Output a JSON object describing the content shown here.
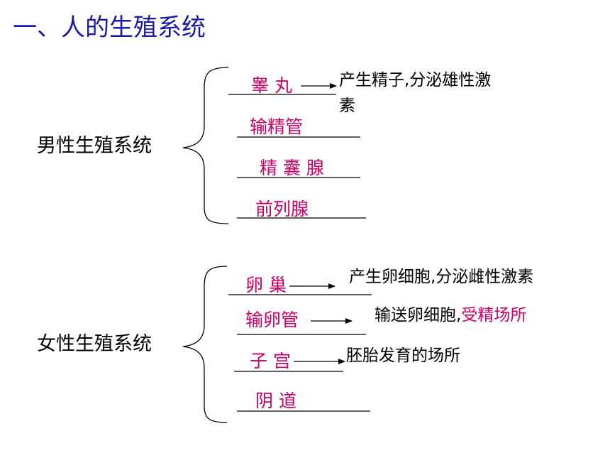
{
  "title": "一、人的生殖系统",
  "male": {
    "label": "男性生殖系统",
    "organs": [
      "睾  丸",
      "输精管",
      "精  囊  腺",
      "前列腺"
    ],
    "desc_line1": "产生精子,分泌雄性激",
    "desc_line2": "素"
  },
  "female": {
    "label": "女性生殖系统",
    "organs": [
      "卵  巢",
      "输卵管",
      "子  宫",
      "阴  道"
    ],
    "desc_ovary": "产生卵细胞,分泌雌性激素",
    "desc_oviduct_a": "输送卵细胞,",
    "desc_oviduct_b": "受精场所",
    "desc_uterus": "胚胎发育的场所"
  },
  "colors": {
    "title": "#1a1aa8",
    "organ": "#cc0066",
    "text": "#000000"
  }
}
